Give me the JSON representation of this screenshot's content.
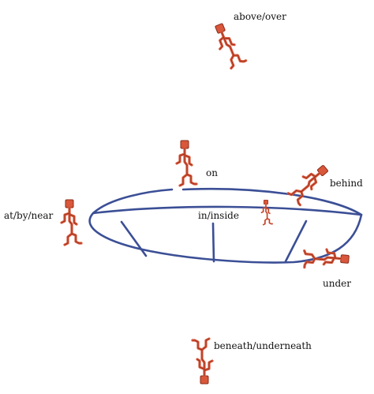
{
  "labels": {
    "above": "above/over",
    "on": "on",
    "behind": "behind",
    "at": "at/by/near",
    "in": "in/inside",
    "under": "under",
    "beneath": "beneath/underneath"
  },
  "colors": {
    "figure": "#d9573a",
    "figure_outline": "#8a2b1a",
    "table": "#3b4f96"
  },
  "icons": {
    "figure": "stick-figure-icon",
    "table": "round-table-icon"
  }
}
